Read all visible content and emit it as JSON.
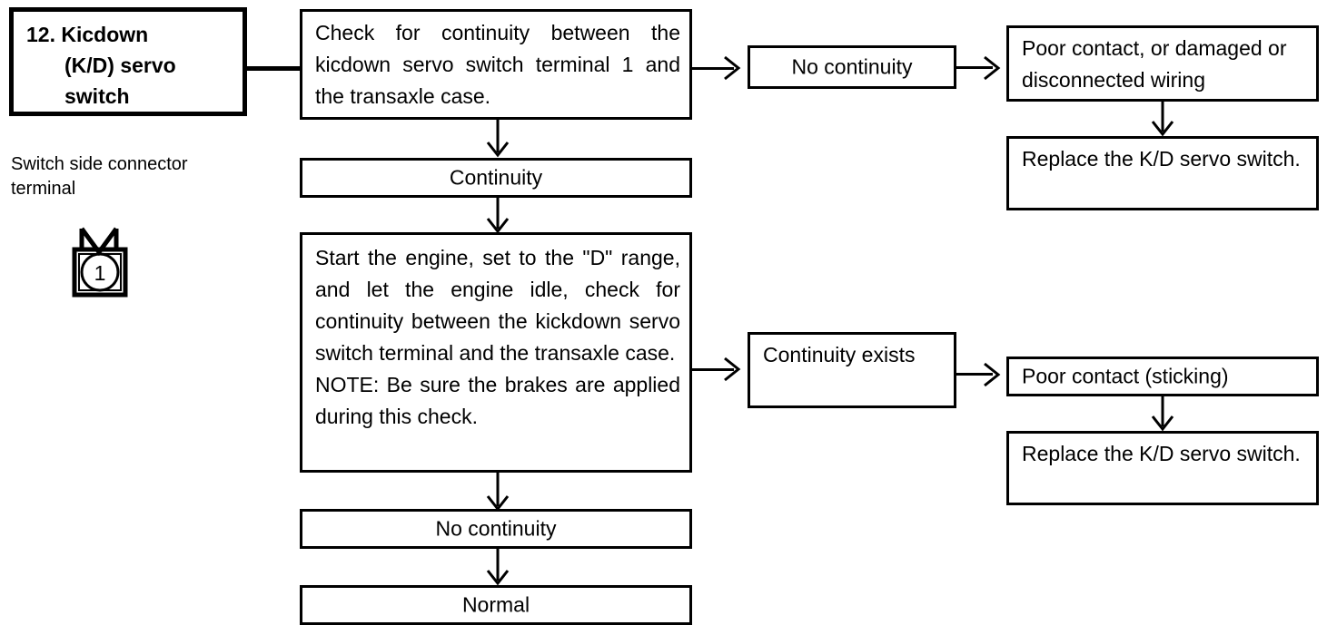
{
  "diagram": {
    "title": "12. Kicdown (K/D) servo switch",
    "title_lines": [
      "12. Kicdown",
      "(K/D) servo",
      "switch"
    ],
    "side_label": "Switch side connector terminal",
    "terminal_number": "1",
    "boxes": {
      "step1": "Check for continuity between the kicdown servo switch terminal 1 and the transaxle case.",
      "result1": "Continuity",
      "branch1": "No continuity",
      "cause1": "Poor contact, or damaged or disconnected wiring",
      "action1": "Replace the K/D servo switch.",
      "step2": "Start the engine, set to the \"D\" range, and let the engine idle, check for continuity between the kickdown servo switch terminal and the transaxle case.\nNOTE: Be sure the brakes are applied during this check.",
      "branch2": "Continuity exists",
      "cause2": "Poor contact (sticking)",
      "action2": "Replace the K/D servo switch.",
      "result2": "No continuity",
      "result3": "Normal"
    },
    "colors": {
      "ink": "#000000",
      "paper": "#ffffff"
    }
  }
}
